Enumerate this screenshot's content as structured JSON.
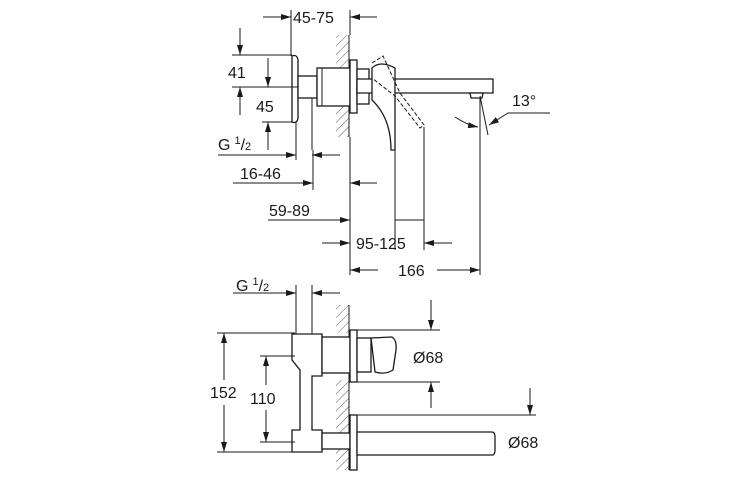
{
  "title": "Wall-mounted basin mixer dimension drawing",
  "colors": {
    "line": "#1a1a1a",
    "background": "#ffffff"
  },
  "side_view": {
    "dims": {
      "wall_to_handle": "45-75",
      "handle_height_top": "41",
      "handle_height_bottom": "45",
      "thread": {
        "prefix": "G",
        "num": "1",
        "den": "2"
      },
      "handle_depth": "16-46",
      "body_depth": "59-89",
      "lever_reach": "95-125",
      "spout_projection": "166",
      "spout_angle": "13°"
    }
  },
  "front_view": {
    "dims": {
      "thread": {
        "prefix": "G",
        "num": "1",
        "den": "2"
      },
      "total_height": "152",
      "centers": "110",
      "handle_rosette": "Ø68",
      "spout_rosette": "Ø68"
    }
  }
}
